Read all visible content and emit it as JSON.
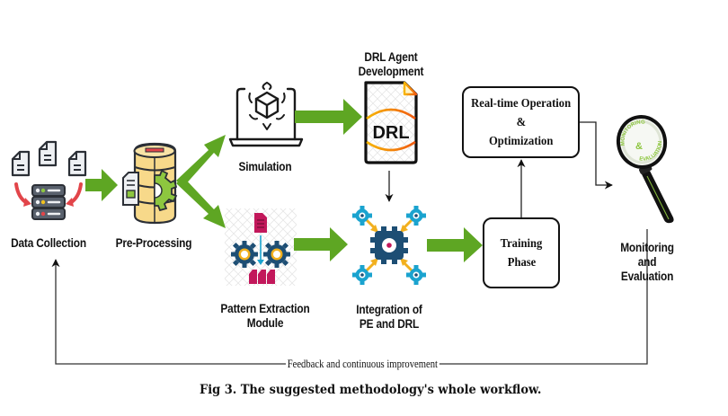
{
  "figure": {
    "caption": "Fig 3. The suggested methodology's whole workflow.",
    "colors": {
      "flow_arrow": "#5ea623",
      "connector": "#222222",
      "gear_dark": "#1d4e74",
      "gear_light": "#1aa3cf",
      "accent_yellow": "#f2b01e",
      "accent_magenta": "#c2185b",
      "drl_orange": "#f08a12",
      "db_yellow": "#f7d98a",
      "magnifier_green": "#8dc63f"
    }
  },
  "nodes": {
    "data_collection": {
      "label": "Data Collection",
      "icon": "server-with-documents-icon"
    },
    "pre_processing": {
      "label": "Pre-Processing",
      "icon": "database-gear-icon"
    },
    "simulation": {
      "label": "Simulation",
      "icon": "laptop-cube-icon"
    },
    "pattern_extraction": {
      "label_line1": "Pattern Extraction",
      "label_line2": "Module",
      "icon": "gears-extraction-icon"
    },
    "drl_agent": {
      "label_line1": "DRL Agent",
      "label_line2": "Development",
      "icon": "drl-document-icon",
      "icon_text": "DRL"
    },
    "integration": {
      "label_line1": "Integration of",
      "label_line2": "PE and DRL",
      "icon": "gear-network-icon"
    },
    "training": {
      "label_line1": "Training",
      "label_line2": "Phase"
    },
    "realtime": {
      "label_line1": "Real-time Operation",
      "label_line2": "&",
      "label_line3": "Optimization"
    },
    "monitoring": {
      "label_line1": "Monitoring",
      "label_line2": "and",
      "label_line3": "Evaluation",
      "icon": "magnifier-icon",
      "lens_text_top": "MONITORING",
      "lens_text_mid": "&",
      "lens_text_bottom": "EVALUATION"
    }
  },
  "edges": {
    "feedback_label": "Feedback and continuous improvement"
  }
}
